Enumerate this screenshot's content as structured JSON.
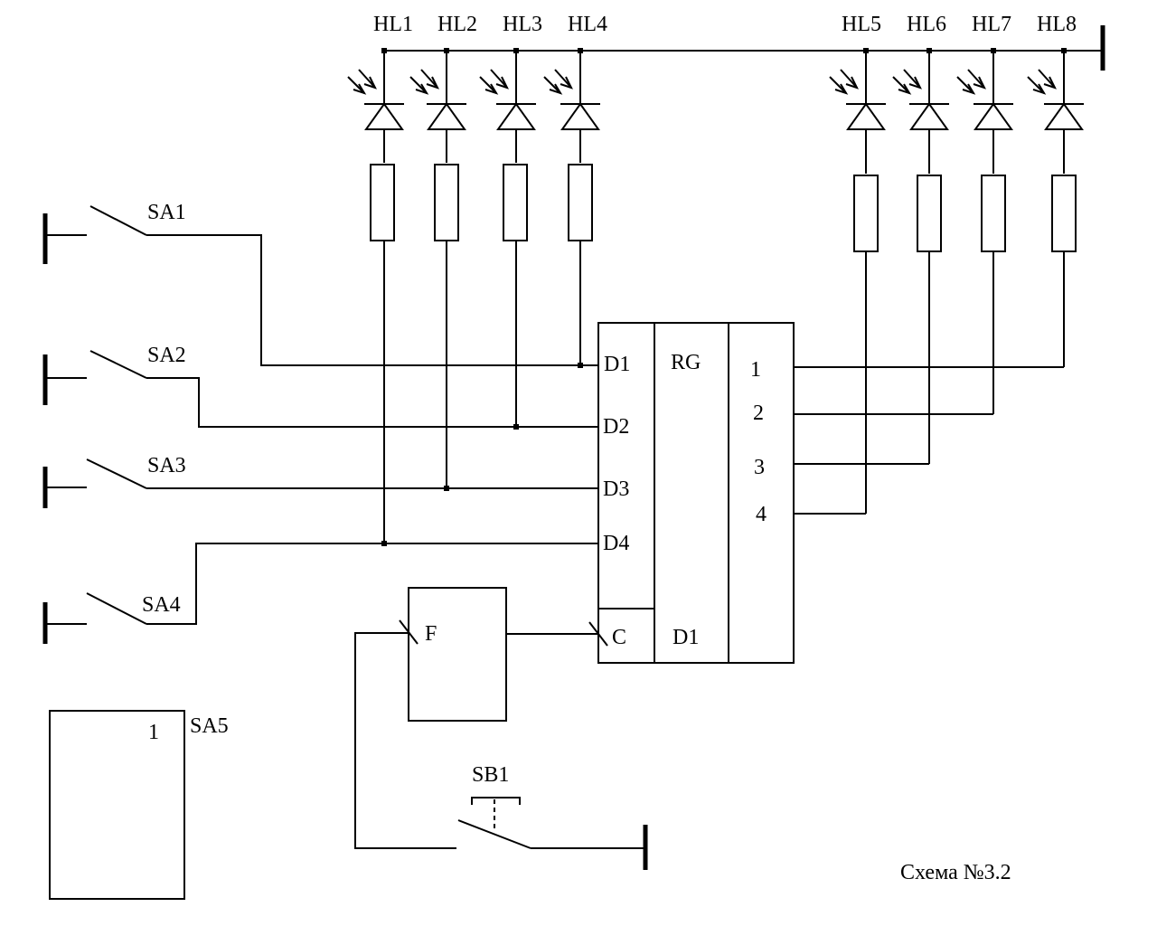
{
  "leds": {
    "group1": [
      "HL1",
      "HL2",
      "HL3",
      "HL4"
    ],
    "group2": [
      "HL5",
      "HL6",
      "HL7",
      "HL8"
    ]
  },
  "switches": [
    "SA1",
    "SA2",
    "SA3",
    "SA4"
  ],
  "register": {
    "label": "RG",
    "inputs": [
      "D1",
      "D2",
      "D3",
      "D4"
    ],
    "clock": "C",
    "name": "D1",
    "outputs": [
      "1",
      "2",
      "3",
      "4"
    ]
  },
  "pulse_shaper": {
    "label": "F"
  },
  "button": {
    "label": "SB1"
  },
  "sa5": {
    "label": "SA5",
    "number": "1"
  },
  "caption": "Схема №3.2"
}
